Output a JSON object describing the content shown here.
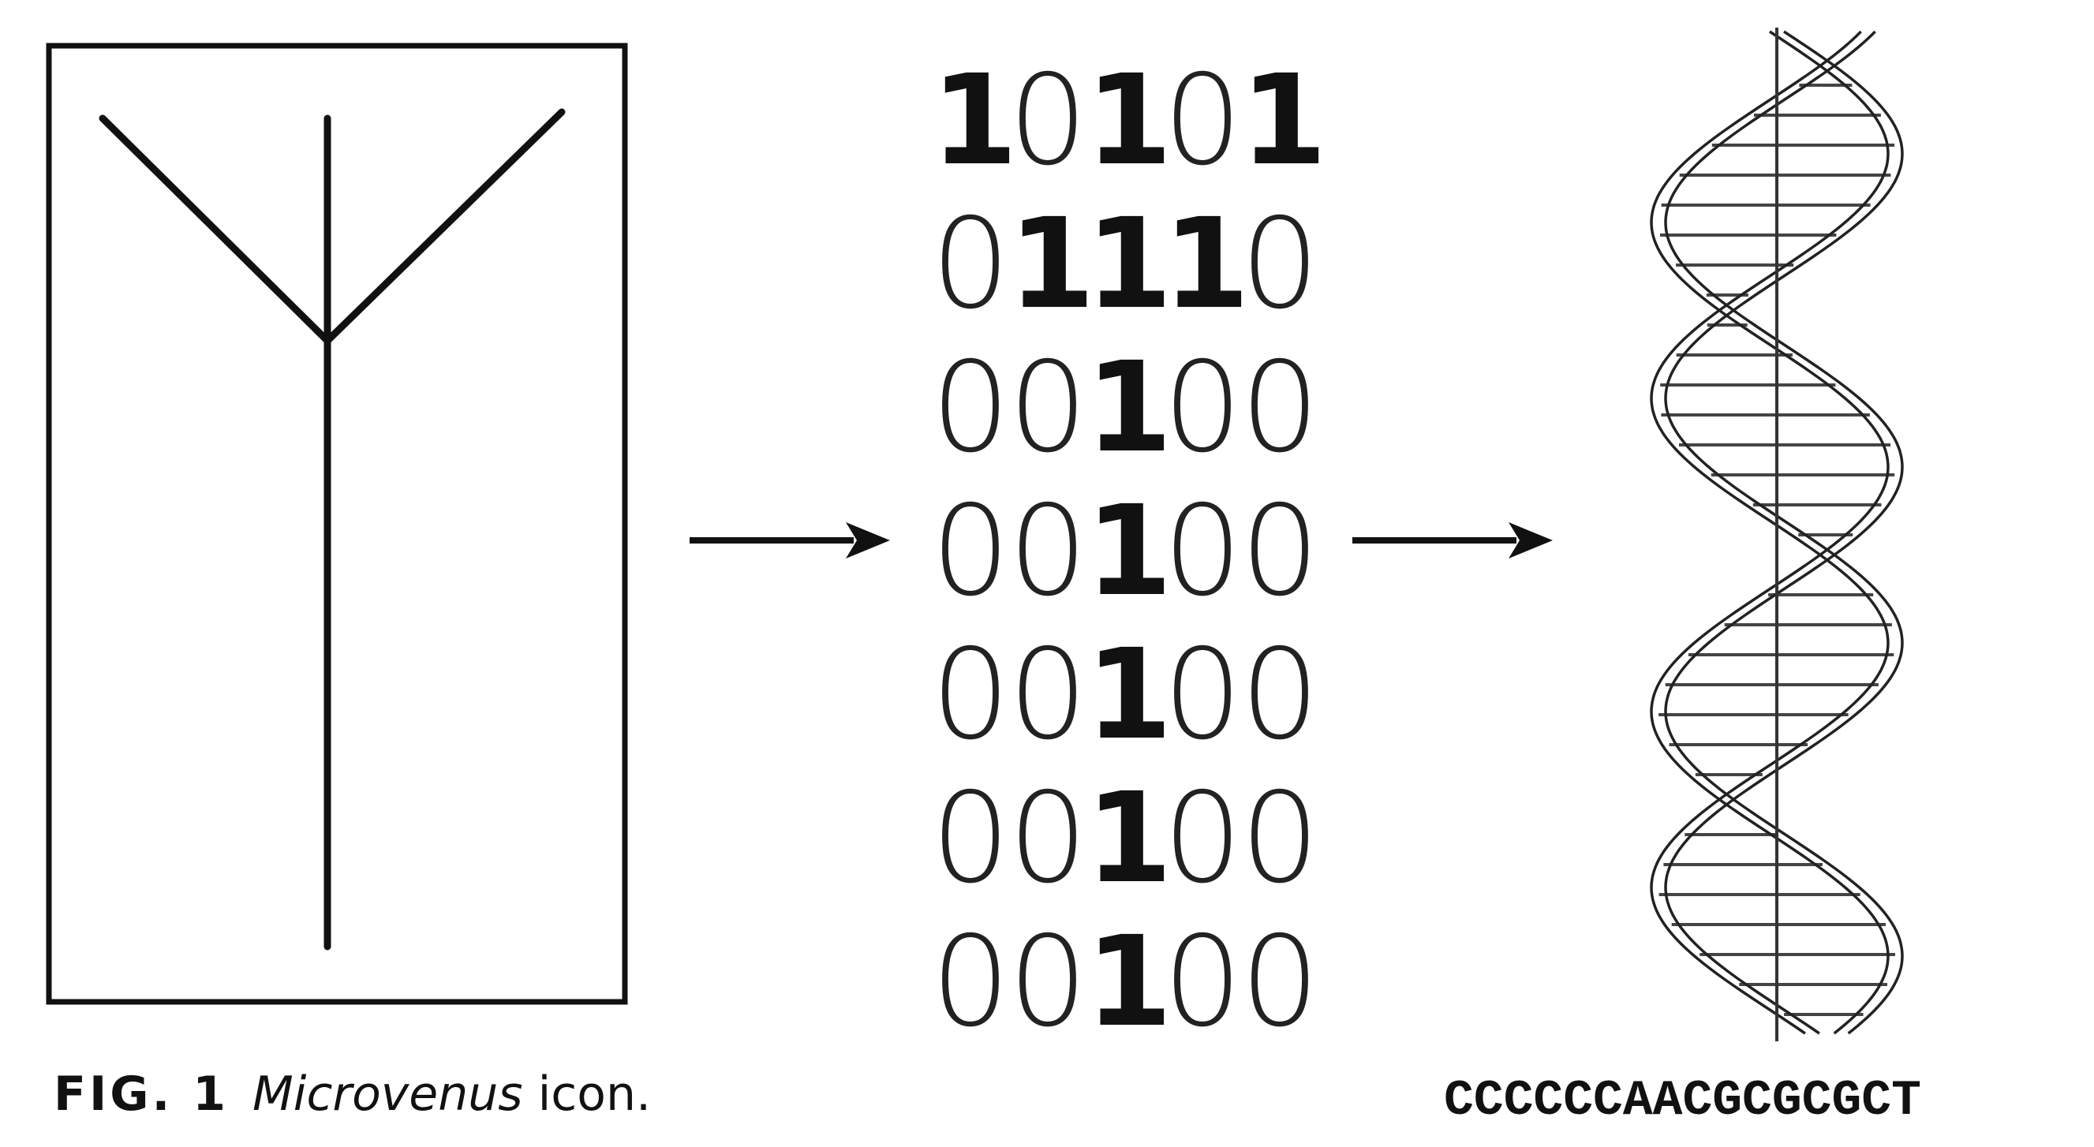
{
  "caption": {
    "fig_label": "FIG. 1",
    "name": "Microvenus",
    "suffix": "icon."
  },
  "binary": {
    "rows": [
      [
        "1",
        "0",
        "1",
        "0",
        "1"
      ],
      [
        "0",
        "1",
        "1",
        "1",
        "0"
      ],
      [
        "0",
        "0",
        "1",
        "0",
        "0"
      ],
      [
        "0",
        "0",
        "1",
        "0",
        "0"
      ],
      [
        "0",
        "0",
        "1",
        "0",
        "0"
      ],
      [
        "0",
        "0",
        "1",
        "0",
        "0"
      ],
      [
        "0",
        "0",
        "1",
        "0",
        "0"
      ]
    ]
  },
  "dna": {
    "sequence": "CCCCCCAACGCGCGCT"
  }
}
